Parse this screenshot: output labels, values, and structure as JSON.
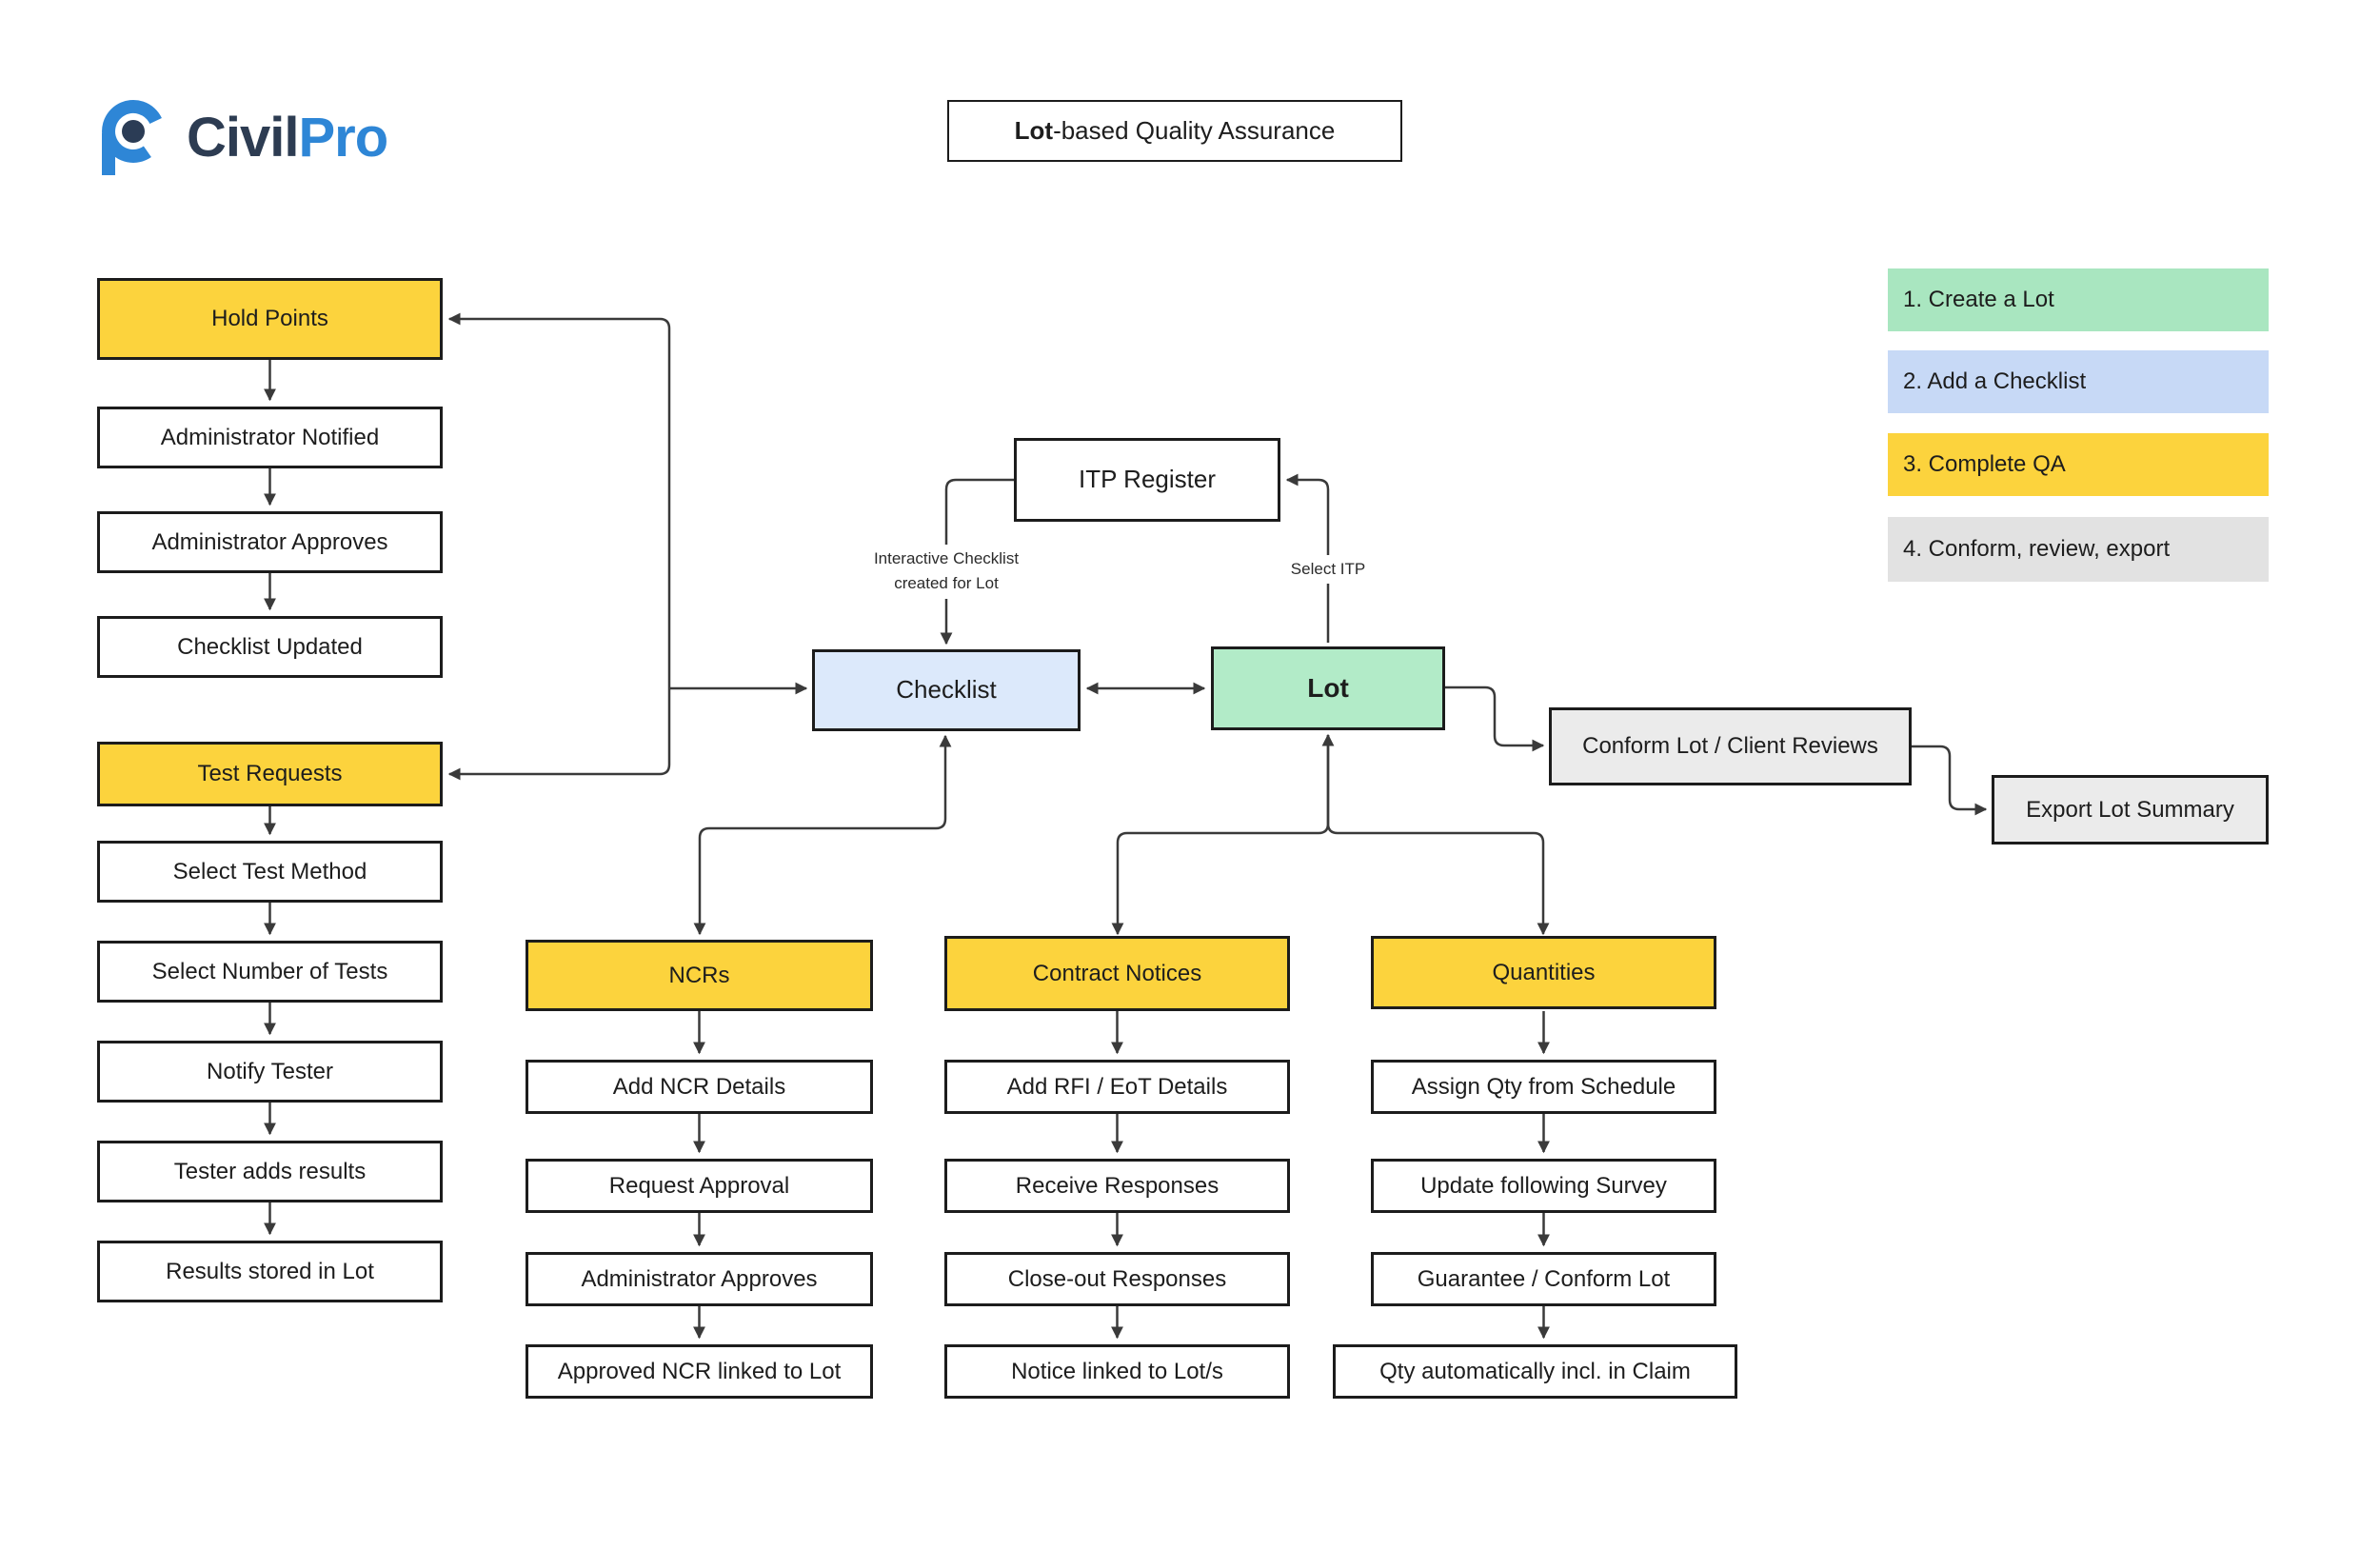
{
  "logo": {
    "civil": "Civil",
    "pro": "Pro"
  },
  "title": {
    "lead": "Lot",
    "rest": "-based Quality Assurance"
  },
  "legend": {
    "items": [
      {
        "label": "1. Create a Lot",
        "color": "#A9E6C0"
      },
      {
        "label": "2. Add a Checklist",
        "color": "#C7D9F6"
      },
      {
        "label": "3. Complete QA",
        "color": "#FCD33D"
      },
      {
        "label": "4. Conform, review, export",
        "color": "#E2E2E2"
      }
    ]
  },
  "core": {
    "itp_register": "ITP Register",
    "checklist": "Checklist",
    "lot": "Lot",
    "conform": "Conform Lot / Client Reviews",
    "export": "Export Lot Summary"
  },
  "edge_labels": {
    "interactive_line1": "Interactive Checklist",
    "interactive_line2": "created for Lot",
    "select_itp": "Select ITP"
  },
  "flows": {
    "hold_points": {
      "header": "Hold Points",
      "steps": [
        "Administrator Notified",
        "Administrator Approves",
        "Checklist Updated"
      ]
    },
    "test_requests": {
      "header": "Test Requests",
      "steps": [
        "Select Test Method",
        "Select Number of Tests",
        "Notify Tester",
        "Tester adds results",
        "Results stored in Lot"
      ]
    },
    "ncrs": {
      "header": "NCRs",
      "steps": [
        "Add NCR Details",
        "Request Approval",
        "Administrator Approves",
        "Approved NCR linked to Lot"
      ]
    },
    "contract_notices": {
      "header": "Contract Notices",
      "steps": [
        "Add RFI / EoT Details",
        "Receive Responses",
        "Close-out Responses",
        "Notice linked to Lot/s"
      ]
    },
    "quantities": {
      "header": "Quantities",
      "steps": [
        "Assign Qty from Schedule",
        "Update following Survey",
        "Guarantee / Conform Lot",
        "Qty automatically incl. in Claim"
      ]
    }
  },
  "colors": {
    "header_yellow": "#FCD33D",
    "lot_green": "#B2EBC8",
    "checklist_blue": "#DCE9FB",
    "box_gray": "#EBEBEB",
    "border": "#1C1C1C",
    "arrow": "#3A3A3A",
    "brand_navy": "#2D3C52",
    "brand_blue": "#2E86D6"
  }
}
